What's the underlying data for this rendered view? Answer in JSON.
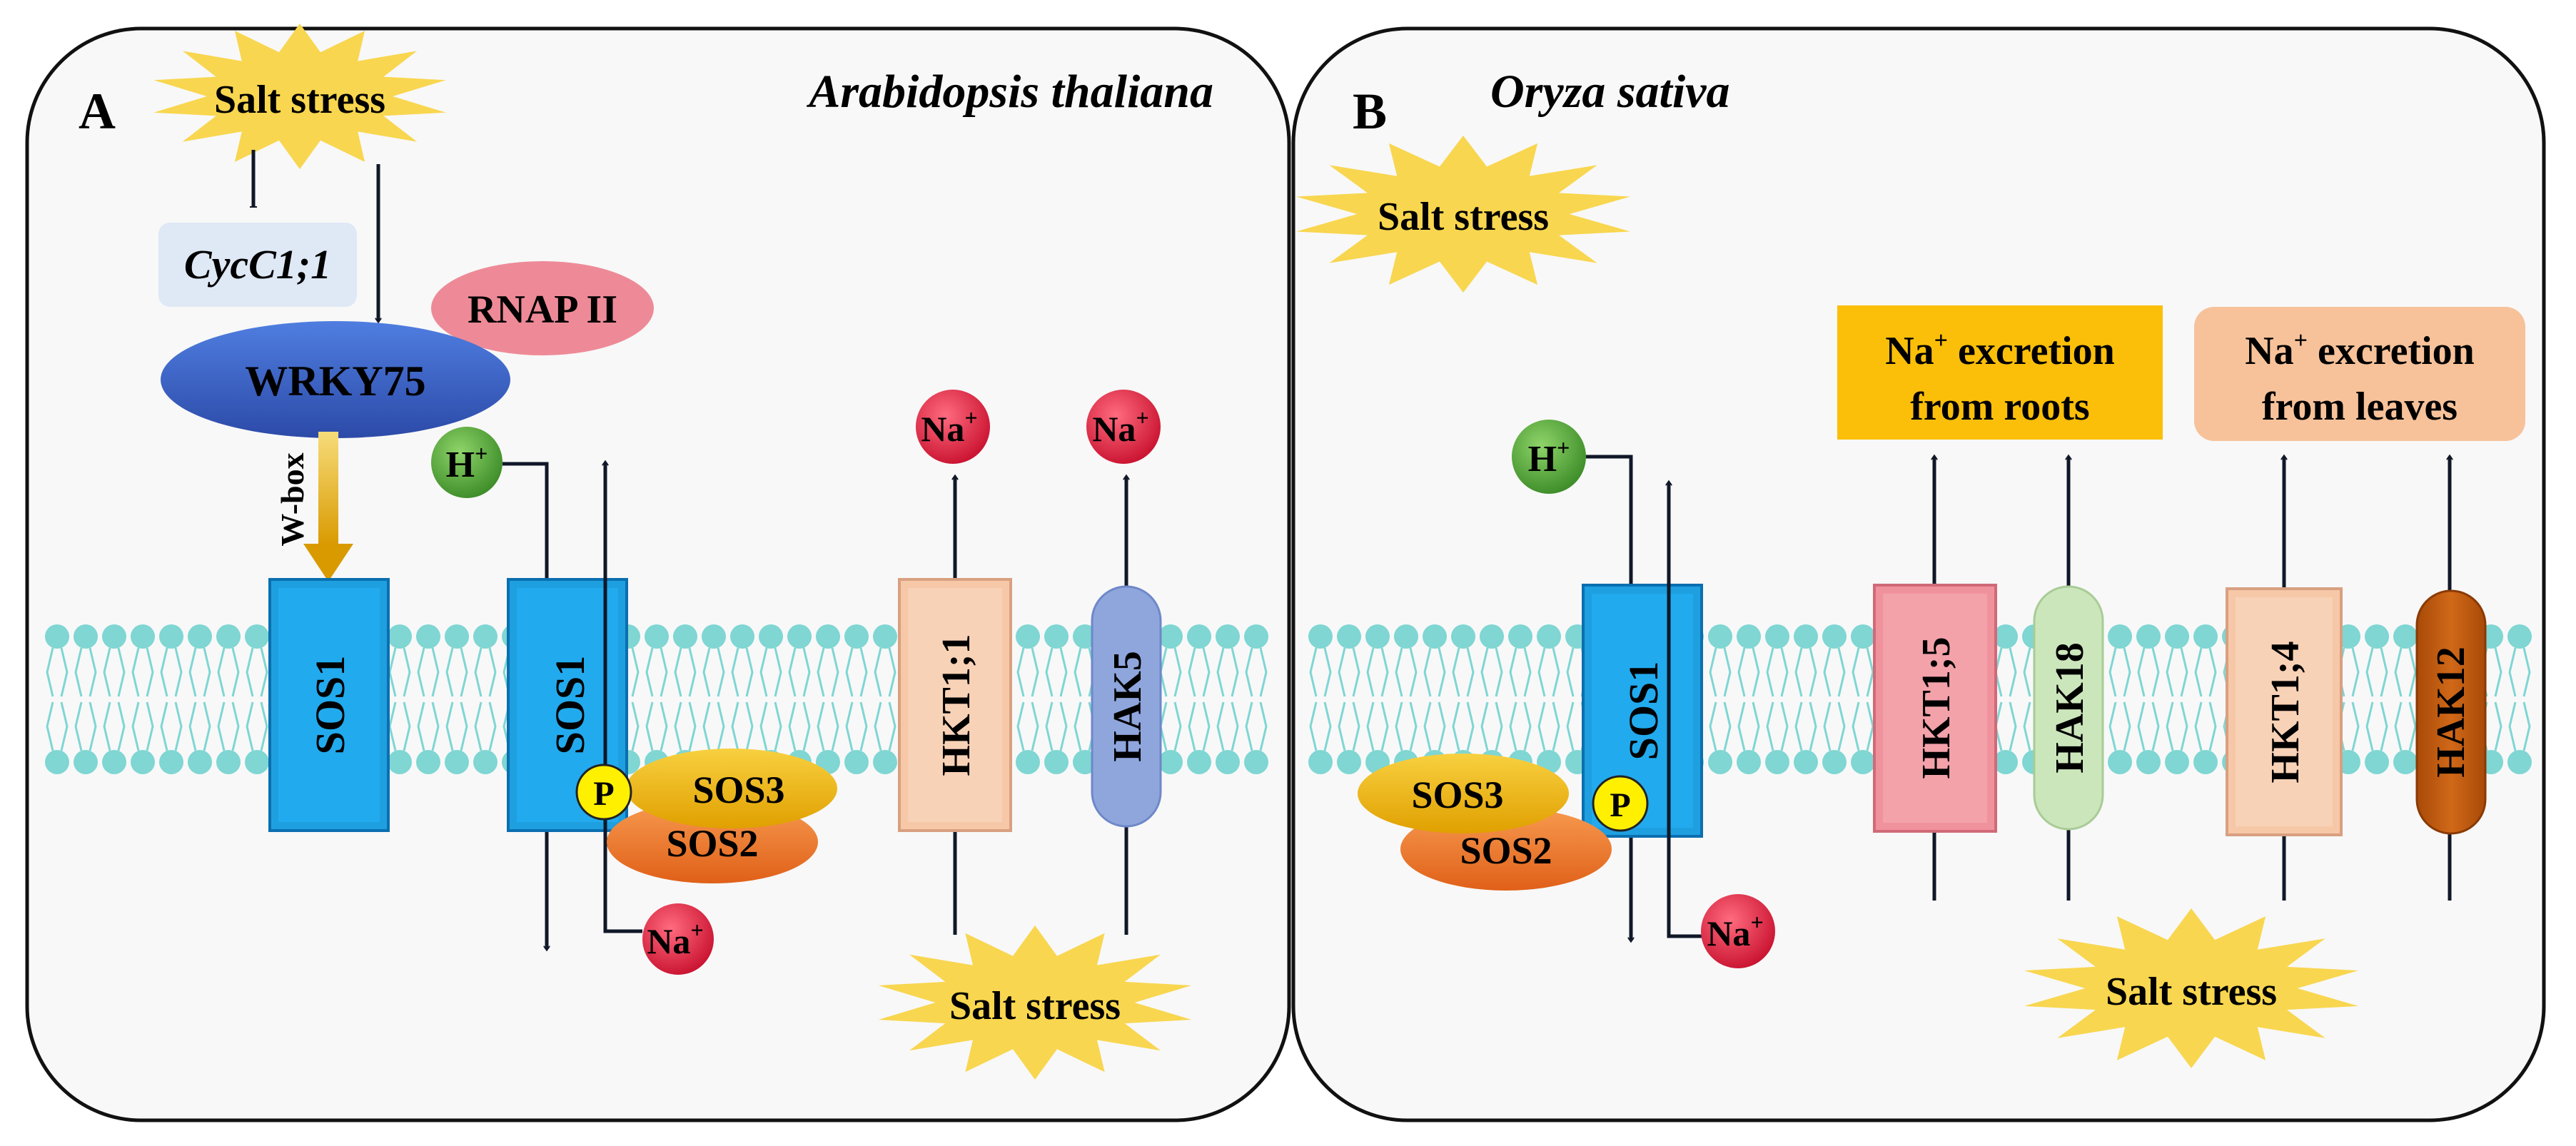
{
  "panel_a": {
    "letter": "A",
    "species": "Arabidopsis thaliana",
    "salt_stress_top": "Salt stress",
    "salt_stress_bottom": "Salt stress",
    "cyc": "CycC1;1",
    "wrky": "WRKY75",
    "rnap": "RNAP II",
    "wbox": "W-box",
    "sos1_left": "SOS1",
    "sos1_right": "SOS1",
    "sos3": "SOS3",
    "sos2": "SOS2",
    "p": "P",
    "h_base": "H",
    "na_base": "Na",
    "ion_sup": "+",
    "hkt": "HKT1;1",
    "hak": "HAK5"
  },
  "panel_b": {
    "letter": "B",
    "species": "Oryza sativa",
    "salt_stress_top": "Salt stress",
    "salt_stress_bottom": "Salt stress",
    "sos1": "SOS1",
    "sos3": "SOS3",
    "sos2": "SOS2",
    "p": "P",
    "h_base": "H",
    "na_base": "Na",
    "ion_sup": "+",
    "roots_line1_base": "Na",
    "roots_line1_rest": " excretion",
    "roots_line2": "from roots",
    "leaves_line1_base": "Na",
    "leaves_line1_rest": " excretion",
    "leaves_line2": "from leaves",
    "hkt15": "HKT1;5",
    "hak18": "HAK18",
    "hkt14": "HKT1;4",
    "hak12": "HAK12"
  },
  "colors": {
    "membrane": "#7fd6d3",
    "sos1": "#1e9fe0",
    "wrky": "#3a63c8",
    "rnap": "#ee8a97",
    "cyc_box": "#dfe8f5",
    "h_ion": "#4fa83a",
    "na_ion": "#e0203c",
    "starburst": "#f8d64f",
    "sos3": "#f0b820",
    "sos2": "#ee7a30",
    "p_circle": "#fff000",
    "hkt11": "#f6c8a8",
    "hak5": "#8fa6dd",
    "hkt15": "#f0929c",
    "hak18": "#cce6bc",
    "hkt14": "#f6c8a8",
    "hak12": "#c25a10",
    "roots_box": "#fbbf0a",
    "leaves_box": "#f7c29a"
  }
}
